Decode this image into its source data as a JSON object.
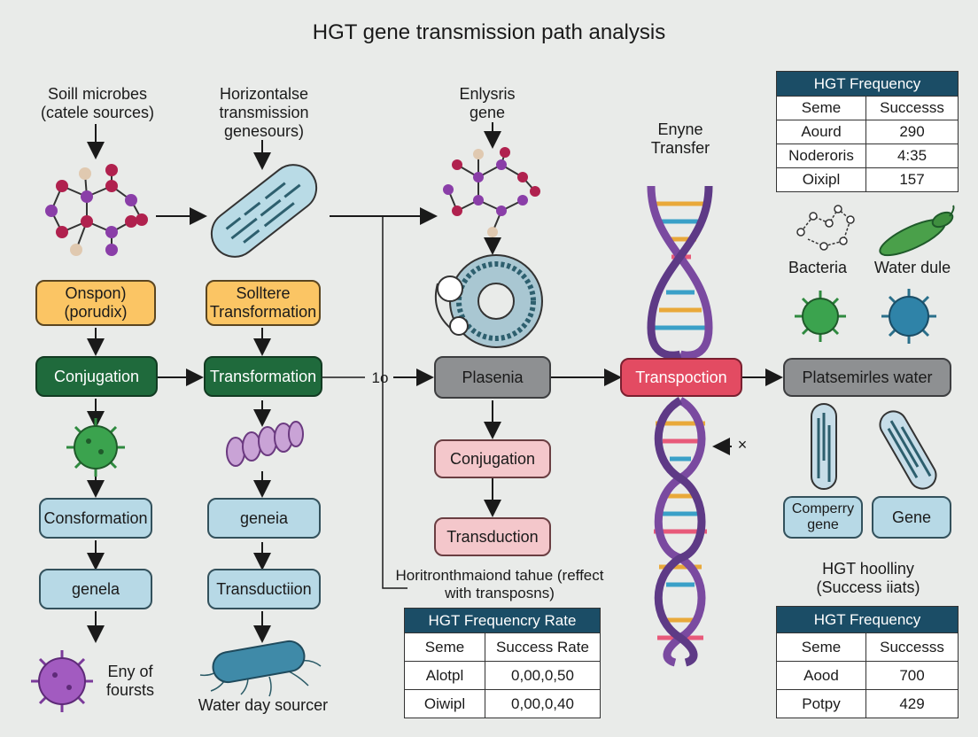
{
  "title": "HGT gene transmission path analysis",
  "col1": {
    "label": "Soill microbes (catele sources)",
    "box1": "Onspon) (porudix)",
    "box2": "Conjugation",
    "box3": "Consformation",
    "box4": "genela",
    "end_label": "Eny of foursts"
  },
  "col2": {
    "label": "Horizontalse transmission genesours)",
    "box1": "Solltere Transformation",
    "box2": "Transformation",
    "box3": "geneia",
    "box4": "Transductiion",
    "end_label": "Water day sourcer"
  },
  "col3": {
    "label": "Enlysris gene",
    "arrow_label": "1o",
    "box1": "Plasenia",
    "box2": "Conjugation",
    "box3": "Transduction",
    "note": "Horitronthmaiond tahue (reffect with transposns)"
  },
  "dna": {
    "label": "Enyne Transfer",
    "box": "Transpoction",
    "mark": "×"
  },
  "right": {
    "bacteria_label": "Bacteria",
    "water_label": "Water dule",
    "box": "Platsemirles water",
    "tag1": "Comperry gene",
    "tag2": "Gene",
    "note": "HGT hoolliny (Success iiats)"
  },
  "table_top": {
    "title": "HGT Frequency",
    "headers": [
      "Seme",
      "Successs"
    ],
    "rows": [
      [
        "Aourd",
        "290"
      ],
      [
        "Noderoris",
        "4:35"
      ],
      [
        "Oixipl",
        "157"
      ]
    ]
  },
  "table_mid": {
    "title": "HGT Frequencry Rate",
    "headers": [
      "Seme",
      "Success Rate"
    ],
    "rows": [
      [
        "Alotpl",
        "0,00,0,50"
      ],
      [
        "Oiwipl",
        "0,00,0,40"
      ]
    ]
  },
  "table_bottom": {
    "title": "HGT Frequency",
    "headers": [
      "Seme",
      "Successs"
    ],
    "rows": [
      [
        "Aood",
        "700"
      ],
      [
        "Potpy",
        "429"
      ]
    ]
  },
  "colors": {
    "dark_green": "#1f6a3c",
    "orange": "#fbc564",
    "light_blue": "#b7d9e6",
    "gray": "#8e9092",
    "pink": "#f4c7cb",
    "red": "#e34b62",
    "navy": "#1b4d66",
    "purple": "#7a4aa0"
  }
}
